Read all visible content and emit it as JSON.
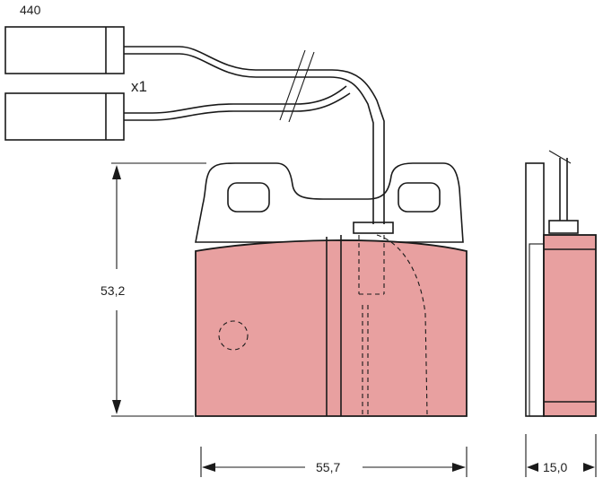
{
  "labels": {
    "part_code": "440",
    "quantity": "x1",
    "height": "53,2",
    "width": "55,7",
    "thickness": "15,0"
  },
  "colors": {
    "friction_pad": "#E8A0A0",
    "line": "#1a1a1a",
    "background": "#ffffff"
  }
}
